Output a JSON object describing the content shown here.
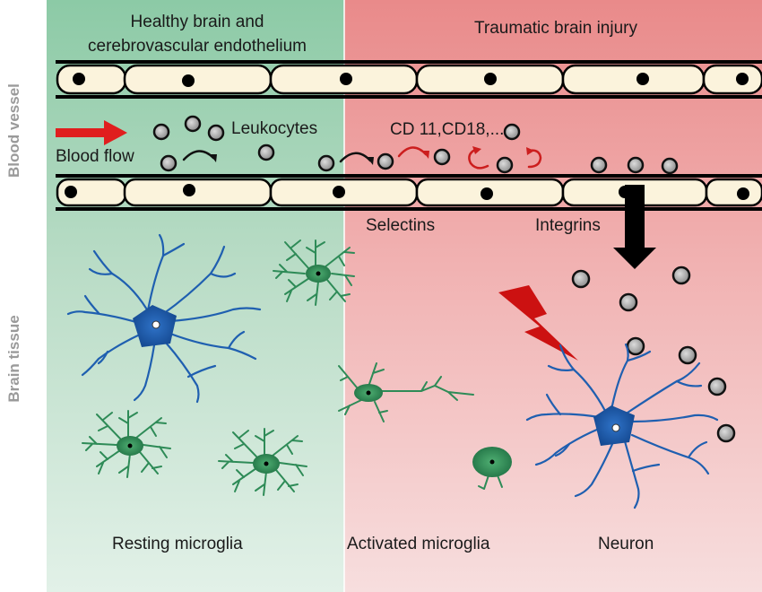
{
  "labels": {
    "side_blood_vessel": "Blood vessel",
    "side_brain_tissue": "Brain tissue",
    "healthy_header_line1": "Healthy brain and",
    "healthy_header_line2": "cerebrovascular endothelium",
    "tbi_header": "Traumatic brain injury",
    "leukocytes": "Leukocytes",
    "blood_flow": "Blood flow",
    "cd_markers": "CD 11,CD18,...",
    "selectins": "Selectins",
    "integrins": "Integrins",
    "resting_microglia": "Resting microglia",
    "activated_microglia": "Activated microglia",
    "neuron": "Neuron"
  },
  "colors": {
    "healthy_bg_top": "#8ccaa6",
    "healthy_bg_bottom": "#e2f1e8",
    "injury_bg_top": "#e98a8a",
    "injury_bg_bottom": "#f7dede",
    "endothelial_cell": "#fbf3dc",
    "nucleus": "#000000",
    "microglia": "#2e8b57",
    "neuron": "#1f5fb0",
    "flow_arrow": "#e01e1e",
    "binding_arrow": "#cc1e1e",
    "lightning": "#cc1111",
    "leukocyte": "#a9a9a9"
  },
  "icons": [
    "lightning-bolt-icon",
    "blood-flow-arrow-icon",
    "transmigration-arrow-icon"
  ]
}
